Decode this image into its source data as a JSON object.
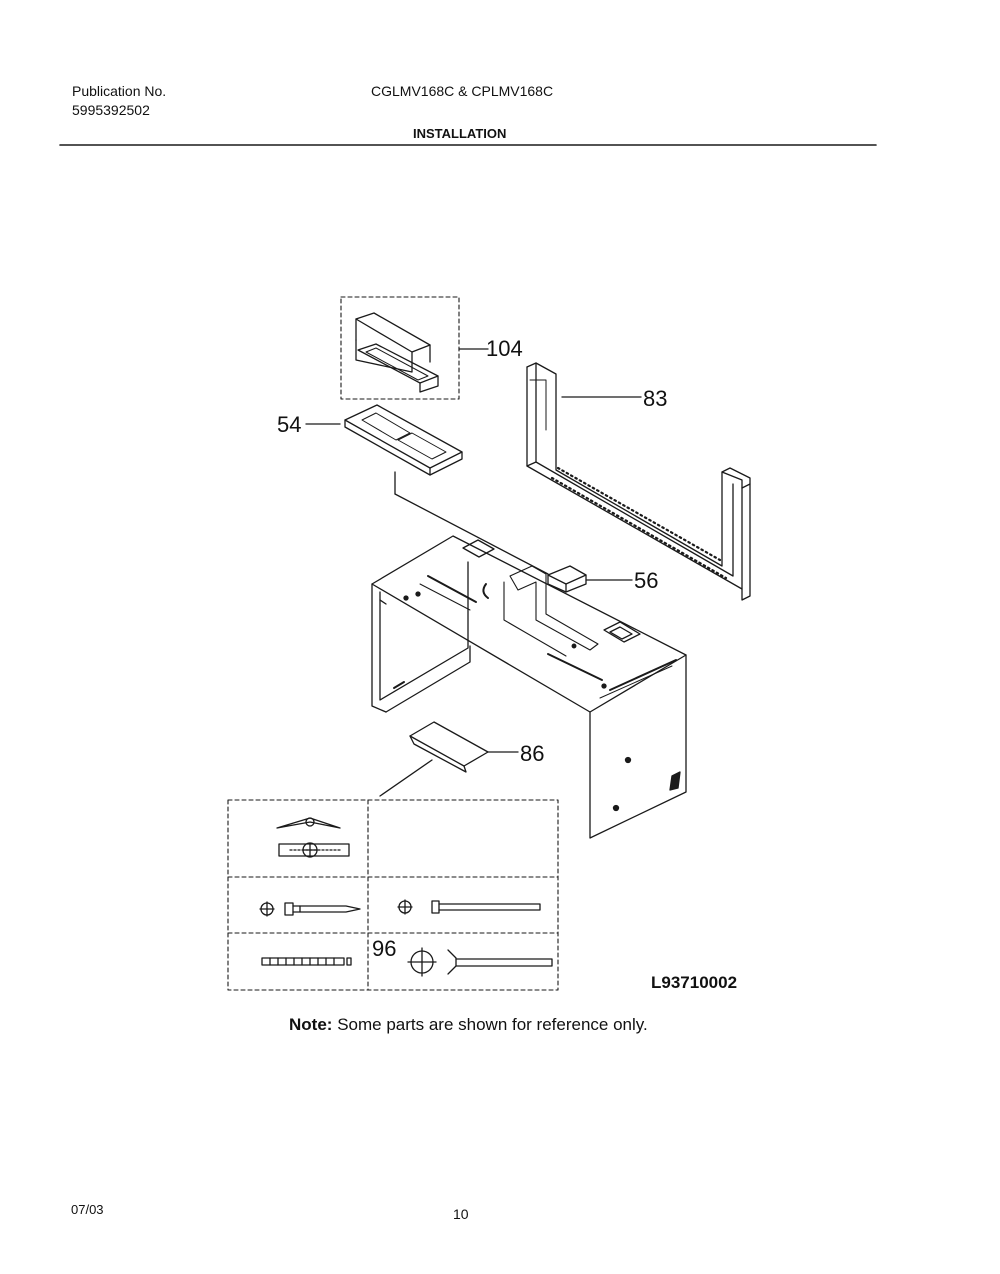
{
  "header": {
    "publication_label": "Publication No.",
    "publication_number": "5995392502",
    "model_numbers": "CGLMV168C & CPLMV168C",
    "section_title": "INSTALLATION"
  },
  "diagram": {
    "callouts": {
      "part_104": "104",
      "part_83": "83",
      "part_54": "54",
      "part_56": "56",
      "part_86": "86",
      "part_96": "96"
    },
    "drawing_code": "L93710002"
  },
  "note": {
    "label": "Note:",
    "text": "Some parts are shown for reference only."
  },
  "footer": {
    "date": "07/03",
    "page_number": "10"
  }
}
